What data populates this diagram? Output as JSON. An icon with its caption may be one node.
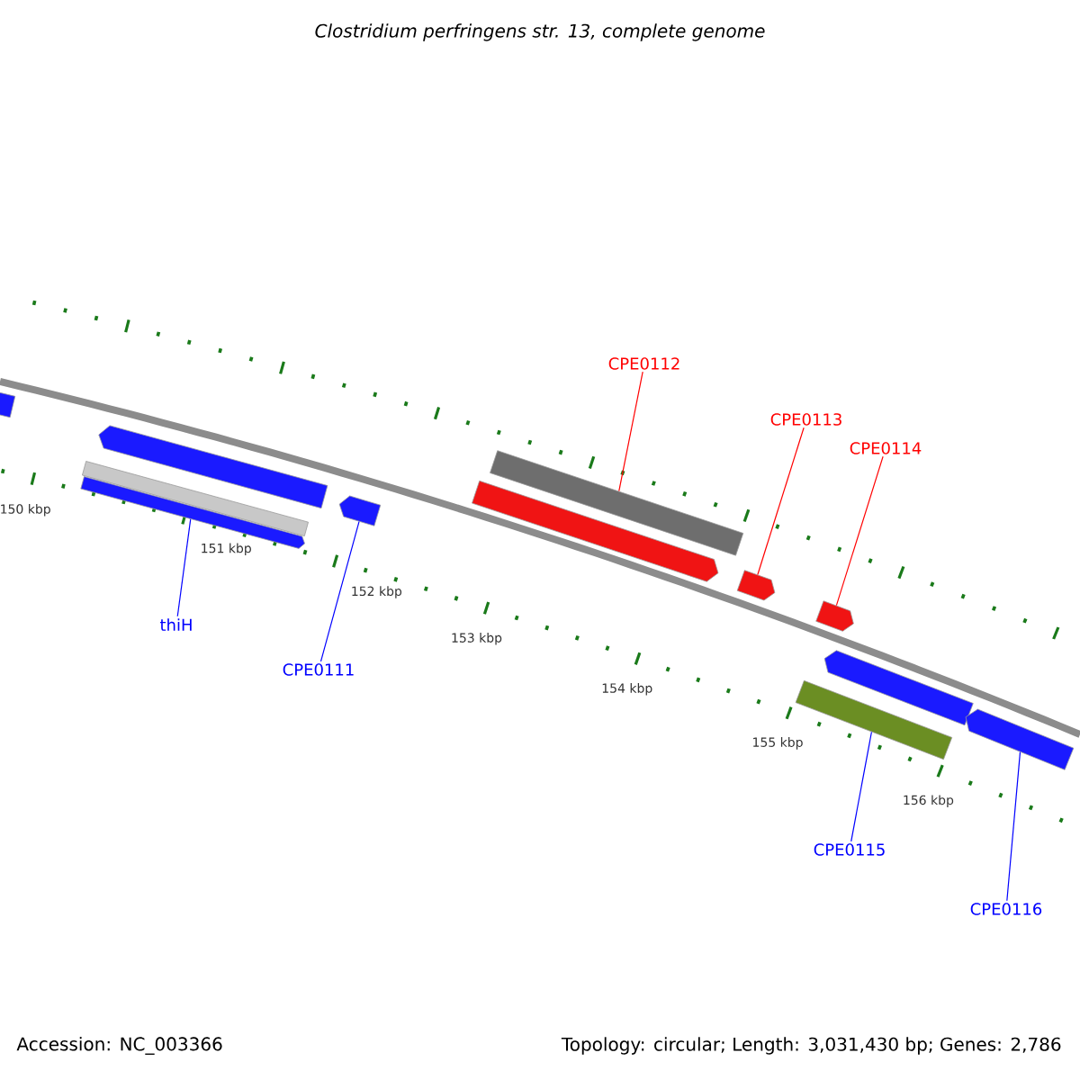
{
  "diagram": {
    "title": "Clostridium perfringens str. 13, complete genome",
    "nodes": [
      {
        "text": [
          "CPE0112"
        ]
      },
      {
        "text": [
          "CPE0113"
        ]
      },
      {
        "text": [
          "CPE0114"
        ]
      },
      {
        "text": [
          "thiH"
        ]
      },
      {
        "text": [
          "CPE0111"
        ]
      },
      {
        "text": [
          "CPE0115"
        ]
      },
      {
        "text": [
          "CPE0116"
        ]
      },
      {
        "text": [],
        "shape": "bar"
      },
      {
        "text": [],
        "shape": "bar"
      },
      {
        "text": [],
        "shape": "bar"
      },
      {
        "text": [],
        "shape": "bar"
      },
      {
        "text": [],
        "shape": "bar"
      },
      {
        "text": [],
        "shape": "bar"
      },
      {
        "text": [],
        "shape": "bar"
      },
      {
        "text": [],
        "shape": "bar"
      },
      {
        "text": [],
        "shape": "bar"
      },
      {
        "text": [],
        "shape": "bar"
      },
      {
        "text": [],
        "shape": "bar"
      },
      {
        "text": [],
        "shape": "bar"
      }
    ],
    "edges": [
      {
        "from": 3,
        "to": 9,
        "arrow": "none"
      },
      {
        "from": 4,
        "to": 11,
        "arrow": "none"
      },
      {
        "from": 0,
        "to": 13,
        "arrow": "none",
        "color": "#ff0000"
      },
      {
        "from": 1,
        "to": 14,
        "arrow": "none",
        "color": "#ff0000"
      },
      {
        "from": 2,
        "to": 15,
        "arrow": "none",
        "color": "#ff0000"
      },
      {
        "from": 5,
        "to": 16,
        "arrow": "none"
      },
      {
        "from": 6,
        "to": 18,
        "arrow": "none"
      }
    ],
    "labels": [
      "150 kbp",
      "151 kbp",
      "152 kbp",
      "153 kbp",
      "154 kbp",
      "155 kbp",
      "156 kbp",
      "Accession: NC_003366",
      "Topology: circular; Length: 3,031,430 bp; Genes: 2,786"
    ]
  }
}
